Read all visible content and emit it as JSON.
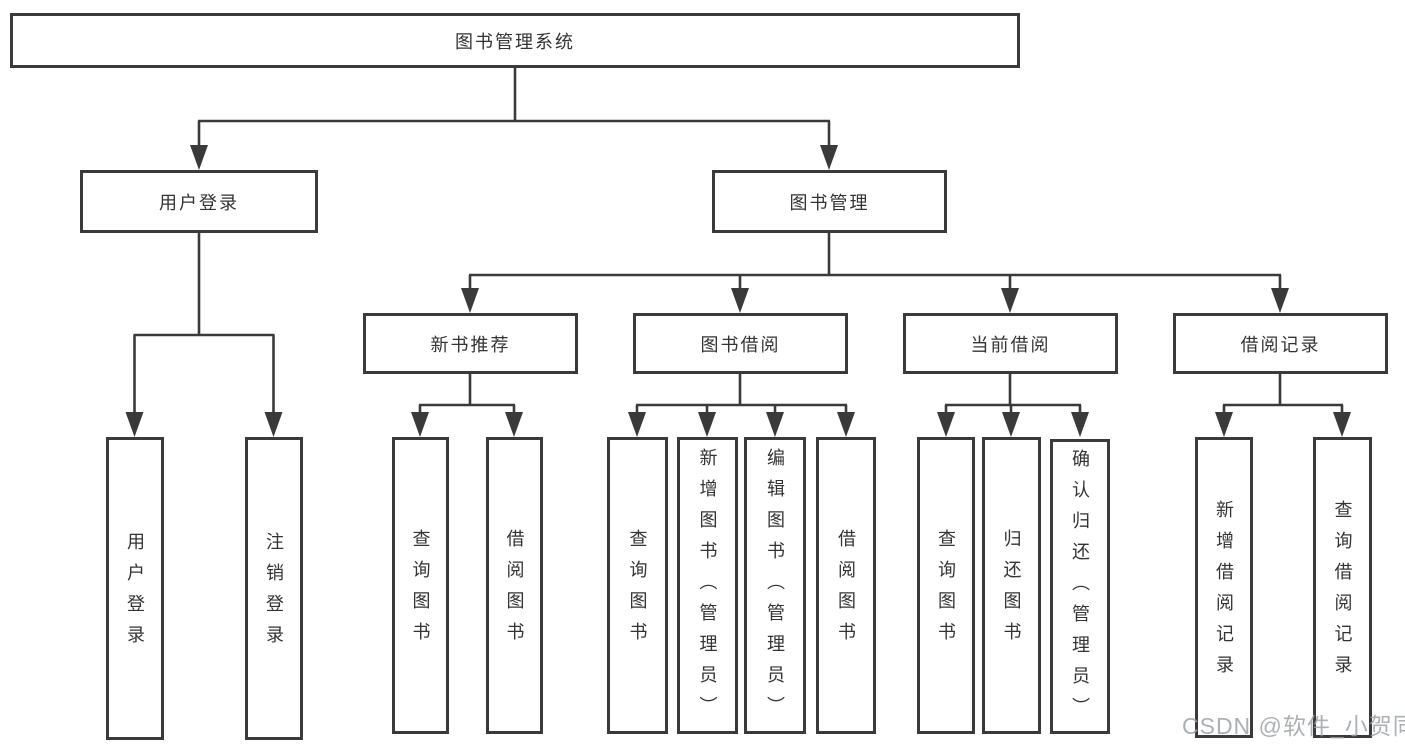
{
  "diagram": {
    "root": "图书管理系统",
    "level2": [
      "用户登录",
      "图书管理"
    ],
    "level3": [
      "新书推荐",
      "图书借阅",
      "当前借阅",
      "借阅记录"
    ],
    "leaves": {
      "user_login": [
        "用户登录",
        "注销登录"
      ],
      "new_book_recommend": [
        "查询图书",
        "借阅图书"
      ],
      "book_borrow": [
        "查询图书",
        "新增图书（管理员）",
        "编辑图书（管理员）",
        "借阅图书"
      ],
      "current_borrow": [
        "查询图书",
        "归还图书",
        "确认归还（管理员）"
      ],
      "borrow_records": [
        "新增借阅记录",
        "查询借阅记录"
      ]
    }
  },
  "watermark": "CSDN @软件_小贺同学",
  "colors": {
    "line": "#3a3a3a",
    "text": "#333333",
    "background": "#ffffff",
    "watermark": "#9ea2a8"
  }
}
